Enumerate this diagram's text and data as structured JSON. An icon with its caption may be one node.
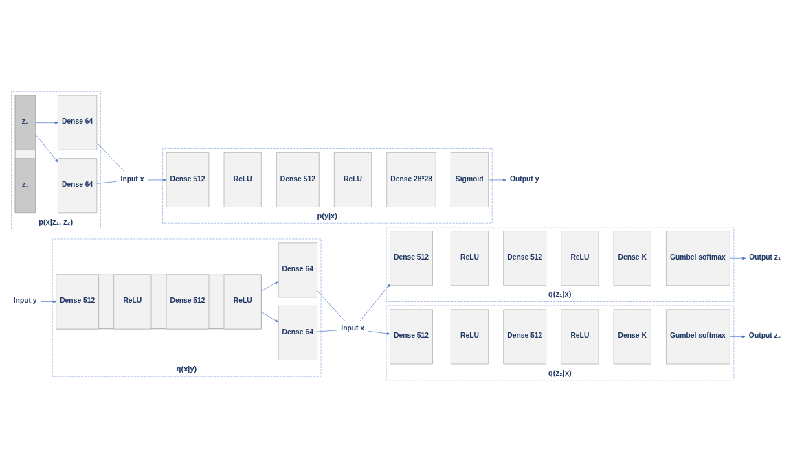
{
  "diagram": {
    "nodes": [
      {
        "text": [
          "Input y"
        ]
      },
      {
        "text": [
          "q(x|y)"
        ]
      },
      {
        "text": [],
        "shape": "box",
        "in": 1
      },
      {
        "text": [
          "Dense 512"
        ],
        "in": 2
      },
      {
        "text": [
          "ReLU"
        ],
        "in": 2
      },
      {
        "text": [
          "Dense 512"
        ],
        "in": 2
      },
      {
        "text": [
          "ReLU"
        ],
        "in": 2
      },
      {
        "text": [
          "Dense 64"
        ],
        "in": 1
      },
      {
        "text": [
          "Dense 64"
        ],
        "in": 1
      },
      {
        "text": [
          "Input x"
        ]
      },
      {
        "text": [
          "q(z₁|x)"
        ]
      },
      {
        "text": [
          "Dense 512"
        ],
        "in": 10
      },
      {
        "text": [
          "ReLU"
        ],
        "in": 10
      },
      {
        "text": [
          "Dense 512"
        ],
        "in": 10
      },
      {
        "text": [
          "ReLU"
        ],
        "in": 10
      },
      {
        "text": [
          "Dense K"
        ],
        "in": 10
      },
      {
        "text": [
          "Gumbel softmax"
        ],
        "in": 10
      },
      {
        "text": [
          "Output z₁"
        ]
      },
      {
        "text": [
          "q(z₂|x)"
        ]
      },
      {
        "text": [
          "Dense 512"
        ],
        "in": 18
      },
      {
        "text": [
          "ReLU"
        ],
        "in": 18
      },
      {
        "text": [
          "Dense 512"
        ],
        "in": 18
      },
      {
        "text": [
          "ReLU"
        ],
        "in": 18
      },
      {
        "text": [
          "Dense K"
        ],
        "in": 18
      },
      {
        "text": [
          "Gumbel softmax"
        ],
        "in": 18
      },
      {
        "text": [
          "Output z₂"
        ]
      },
      {
        "text": [
          "p(x|z₁, z₂)"
        ]
      },
      {
        "text": [],
        "shape": "box",
        "in": 26
      },
      {
        "text": [
          "z₁"
        ],
        "in": 27
      },
      {
        "text": [
          "z₂"
        ],
        "in": 27
      },
      {
        "text": [
          "Dense 64"
        ],
        "in": 26
      },
      {
        "text": [
          "Dense 64"
        ],
        "in": 26
      },
      {
        "text": [
          "Input x"
        ]
      },
      {
        "text": [
          "p(y|x)"
        ]
      },
      {
        "text": [
          "Dense 512"
        ],
        "in": 33
      },
      {
        "text": [
          "ReLU"
        ],
        "in": 33
      },
      {
        "text": [
          "Dense 512"
        ],
        "in": 33
      },
      {
        "text": [
          "ReLU"
        ],
        "in": 33
      },
      {
        "text": [
          "Dense 28*28"
        ],
        "in": 33
      },
      {
        "text": [
          "Sigmoid"
        ],
        "in": 33
      },
      {
        "text": [
          "Output y"
        ]
      }
    ],
    "edges": [
      {
        "from": 0,
        "to": 2,
        "arrow": "to"
      },
      {
        "from": 2,
        "to": 7,
        "arrow": "to"
      },
      {
        "from": 2,
        "to": 8,
        "arrow": "to"
      },
      {
        "from": 7,
        "to": 9,
        "arrow": "none"
      },
      {
        "from": 8,
        "to": 9,
        "arrow": "none"
      },
      {
        "from": 9,
        "to": 10,
        "arrow": "to"
      },
      {
        "from": 9,
        "to": 18,
        "arrow": "to"
      },
      {
        "from": 10,
        "to": 17,
        "arrow": "to"
      },
      {
        "from": 18,
        "to": 25,
        "arrow": "to"
      },
      {
        "from": 27,
        "to": 30,
        "arrow": "to"
      },
      {
        "from": 27,
        "to": 31,
        "arrow": "to"
      },
      {
        "from": 30,
        "to": 32,
        "arrow": "none"
      },
      {
        "from": 31,
        "to": 32,
        "arrow": "none"
      },
      {
        "from": 32,
        "to": 33,
        "arrow": "to"
      },
      {
        "from": 33,
        "to": 40,
        "arrow": "to"
      }
    ]
  }
}
